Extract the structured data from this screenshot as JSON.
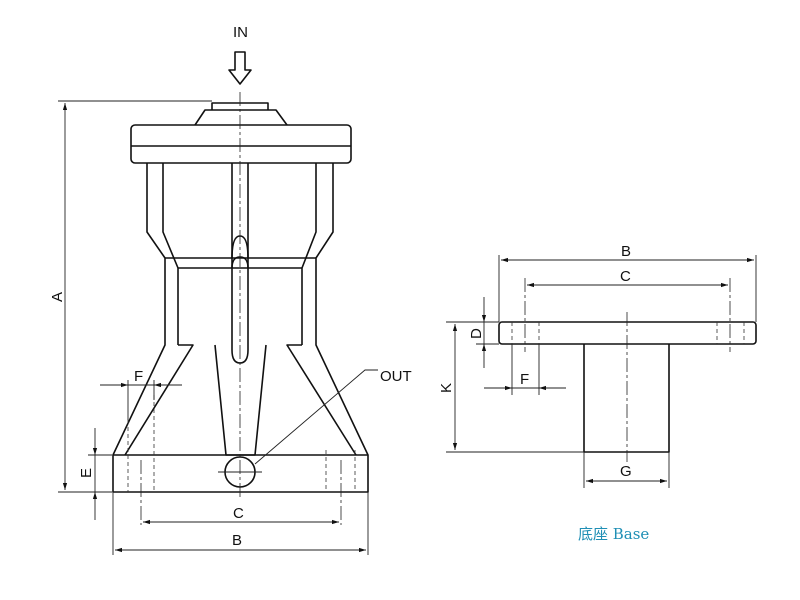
{
  "labels": {
    "inlet": "IN",
    "outlet": "OUT",
    "dim_a": "A",
    "dim_b": "B",
    "dim_c": "C",
    "dim_d": "D",
    "dim_e": "E",
    "dim_f": "F",
    "dim_g": "G",
    "dim_k": "K"
  },
  "caption": "底座 Base",
  "colors": {
    "caption": "#1f8fb5",
    "line": "#111111"
  }
}
